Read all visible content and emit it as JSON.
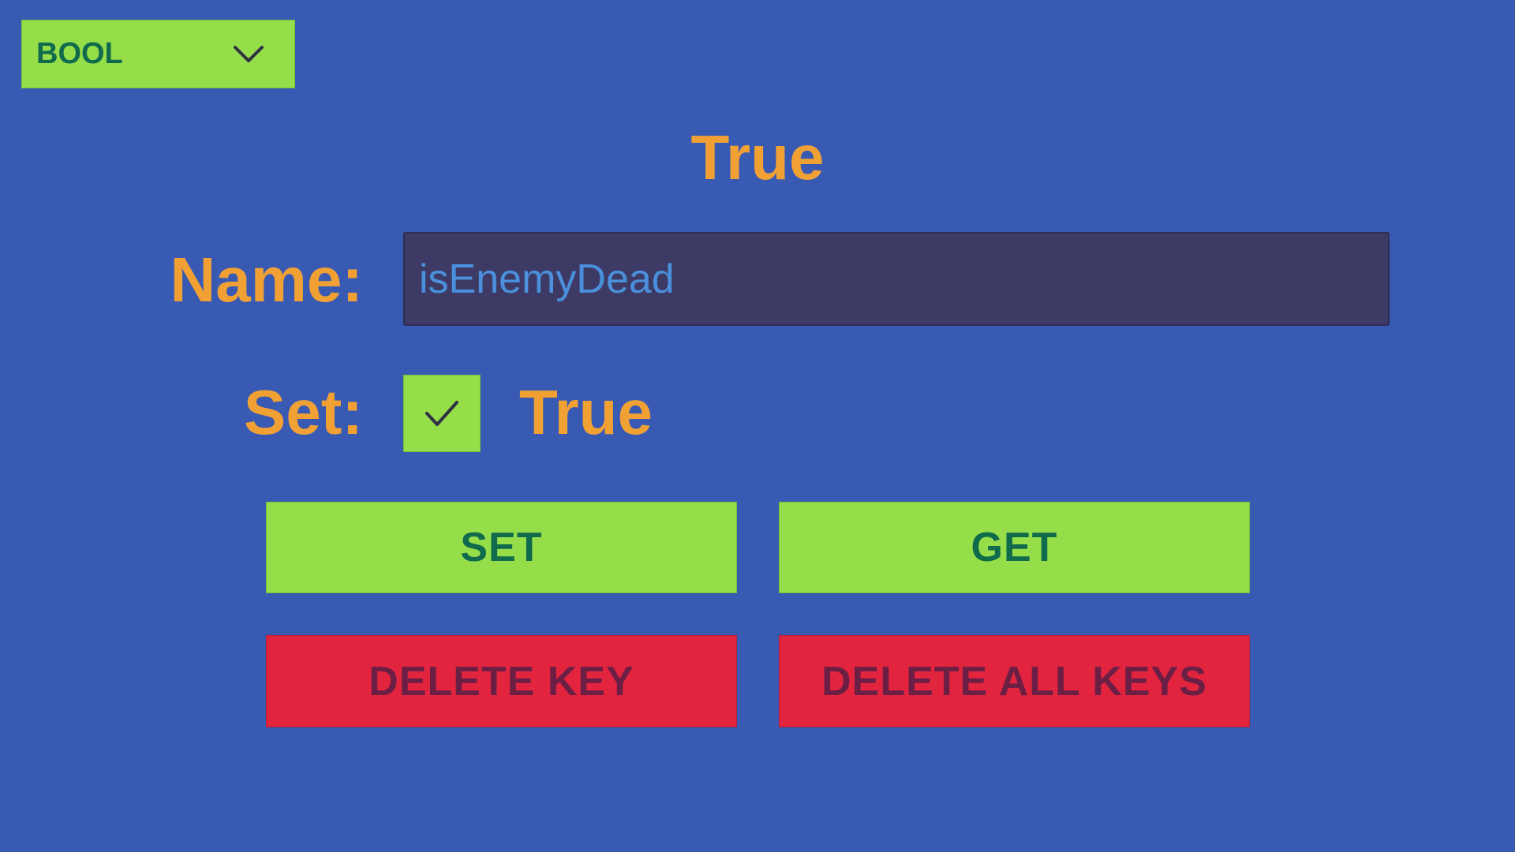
{
  "dropdown": {
    "selected": "BOOL",
    "icon": "chevron-down-icon"
  },
  "result": {
    "value": "True"
  },
  "name": {
    "label": "Name:",
    "value": "isEnemyDead"
  },
  "set": {
    "label": "Set:",
    "checked": true,
    "value_label": "True",
    "icon": "checkmark-icon"
  },
  "buttons": {
    "set": "SET",
    "get": "GET",
    "delete_key": "DELETE KEY",
    "delete_all_keys": "DELETE ALL KEYS"
  },
  "colors": {
    "background": "#385AB3",
    "accent_text": "#F1A134",
    "green_button": "#96DD4A",
    "green_text": "#0F6B4B",
    "red_button": "#E2243F",
    "red_text": "#6B1F44",
    "input_bg": "#3D3B66",
    "input_text": "#4A90DC"
  }
}
